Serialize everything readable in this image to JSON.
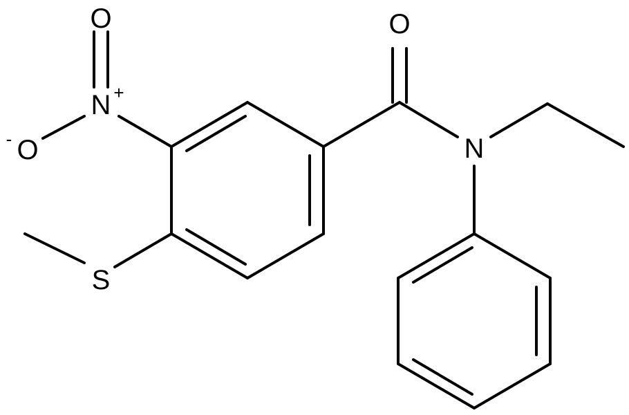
{
  "atoms": {
    "nitro_oxygen_top": "O",
    "nitro_nitrogen": "N",
    "nitro_nitrogen_charge": "+",
    "nitro_oxygen_left": "O",
    "nitro_oxygen_left_charge": "-",
    "sulfur": "S",
    "carbonyl_oxygen": "O",
    "amide_nitrogen": "N"
  },
  "colors": {
    "bond": "#000000",
    "label": "#000000",
    "background": "#ffffff"
  }
}
